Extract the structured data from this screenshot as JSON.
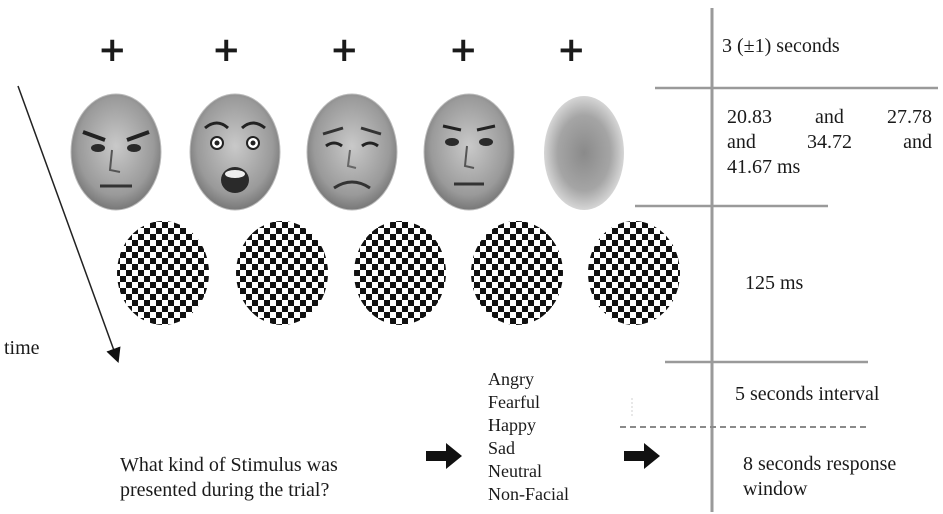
{
  "fixation": {
    "symbol": "+",
    "count": 5
  },
  "faces": [
    {
      "expression": "angry",
      "icon": "angry-face-icon"
    },
    {
      "expression": "fearful",
      "icon": "fearful-face-icon"
    },
    {
      "expression": "sad",
      "icon": "sad-face-icon"
    },
    {
      "expression": "neutral",
      "icon": "neutral-face-icon"
    },
    {
      "expression": "non-facial",
      "icon": "blurred-oval-icon"
    }
  ],
  "mask": {
    "icon": "checkerboard-mask-icon",
    "count": 5
  },
  "time_label": "time",
  "timings": {
    "fixation": "3 (±1) seconds",
    "stimulus": [
      "20.83 and 27.78",
      "and 34.72 and",
      "41.67 ms"
    ],
    "mask": "125 ms",
    "interval": "5 seconds interval",
    "response": [
      "8 seconds response",
      "window"
    ]
  },
  "question": [
    "What kind of Stimulus was",
    "presented during the trial?"
  ],
  "options": [
    "Angry",
    "Fearful",
    "Happy",
    "Sad",
    "Neutral",
    "Non-Facial"
  ],
  "colors": {
    "line": "#9a9a9a",
    "text": "#1a1a1a",
    "arrow": "#111111"
  }
}
